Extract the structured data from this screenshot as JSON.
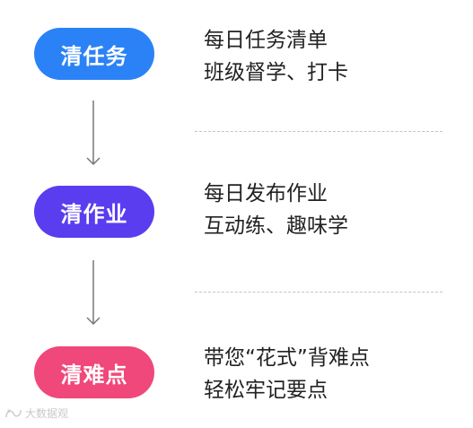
{
  "steps": [
    {
      "label": "清任务",
      "color": "#2b82f6",
      "lines": [
        "每日任务清单",
        "班级督学、打卡"
      ]
    },
    {
      "label": "清作业",
      "color": "#5b3df0",
      "lines": [
        "每日发布作业",
        "互动练、趣味学"
      ]
    },
    {
      "label": "清难点",
      "color": "#f0487a",
      "lines": [
        "带您“花式”背难点",
        "轻松牢记要点"
      ]
    }
  ],
  "watermark": {
    "text": "大数据观",
    "icon": "brand-logo-icon"
  }
}
